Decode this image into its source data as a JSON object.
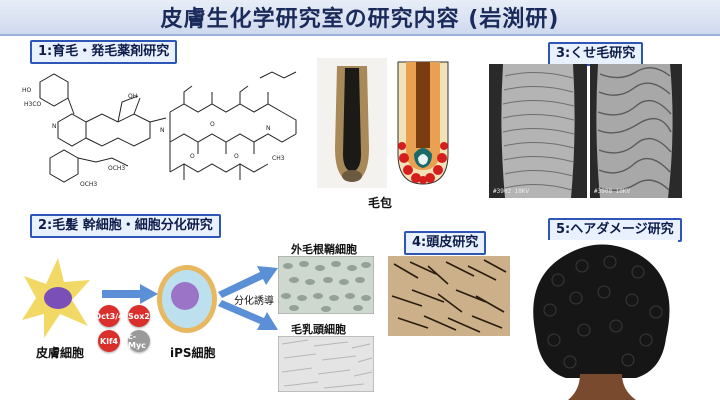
{
  "header": {
    "title": "皮膚生化学研究室の研究内容 (岩渕研)"
  },
  "sections": {
    "s1": "1:育毛・発毛薬剤研究",
    "s2": "2:毛髪 幹細胞・細胞分化研究",
    "s3": "3:くせ毛研究",
    "s4": "4:頭皮研究",
    "s5": "5:ヘアダメージ研究"
  },
  "hair_follicle": {
    "caption": "毛包"
  },
  "sem": {
    "left_code": "#3902 10KV",
    "right_code": "#3908 10KV"
  },
  "stem_cells": {
    "skin_cell_label": "皮膚細胞",
    "ips_label": "iPS細胞",
    "factors": [
      "Oct3/4",
      "Sox2",
      "Klf4",
      "c-Myc"
    ],
    "differentiation_label": "分化誘導",
    "outer_sheath_label": "外毛根鞘細胞",
    "papilla_label": "毛乳頭細胞"
  },
  "colors": {
    "accent": "#2d56b6",
    "oct": "#d9302c",
    "sox": "#d9302c",
    "klf": "#d9302c",
    "myc": "#9a9a9a"
  }
}
